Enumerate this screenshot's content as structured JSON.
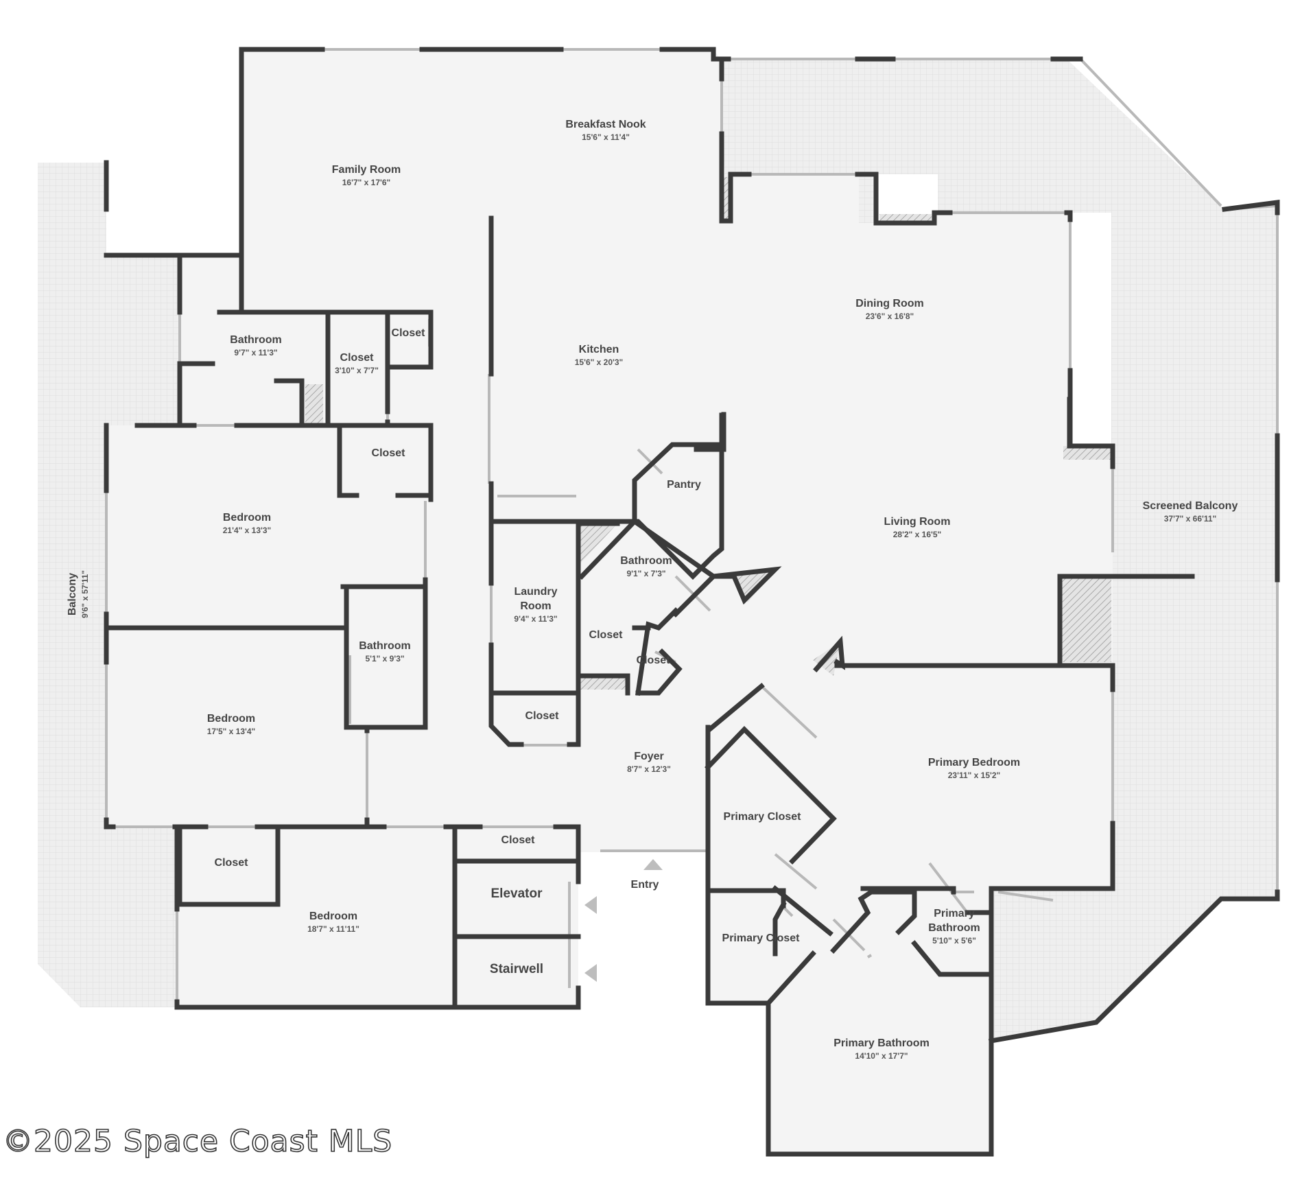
{
  "watermark": "©2025 Space Coast MLS",
  "entry_label": "Entry",
  "rooms": [
    {
      "key": "family-room",
      "name": "Family Room",
      "dims": "16'7\" x 17'6\""
    },
    {
      "key": "breakfast-nook",
      "name": "Breakfast Nook",
      "dims": "15'6\" x 11'4\""
    },
    {
      "key": "bathroom-1",
      "name": "Bathroom",
      "dims": "9'7\" x 11'3\""
    },
    {
      "key": "closet-1",
      "name": "Closet",
      "dims": "3'10\" x 7'7\""
    },
    {
      "key": "closet-2",
      "name": "Closet",
      "dims": ""
    },
    {
      "key": "kitchen",
      "name": "Kitchen",
      "dims": "15'6\" x 20'3\""
    },
    {
      "key": "dining-room",
      "name": "Dining Room",
      "dims": "23'6\" x 16'8\""
    },
    {
      "key": "closet-3",
      "name": "Closet",
      "dims": ""
    },
    {
      "key": "bedroom-1",
      "name": "Bedroom",
      "dims": "21'4\" x 13'3\""
    },
    {
      "key": "pantry",
      "name": "Pantry",
      "dims": ""
    },
    {
      "key": "bathroom-2",
      "name": "Bathroom",
      "dims": "9'1\" x 7'3\""
    },
    {
      "key": "laundry-room",
      "name": "Laundry Room",
      "dims": "9'4\" x 11'3\""
    },
    {
      "key": "living-room",
      "name": "Living Room",
      "dims": "28'2\" x 16'5\""
    },
    {
      "key": "screened-balcony",
      "name": "Screened Balcony",
      "dims": "37'7\" x 66'11\""
    },
    {
      "key": "balcony",
      "name": "Balcony",
      "dims": "9'6\" x 57'11\""
    },
    {
      "key": "bathroom-3",
      "name": "Bathroom",
      "dims": "5'1\" x 9'3\""
    },
    {
      "key": "closet-4",
      "name": "Closet",
      "dims": ""
    },
    {
      "key": "closet-5",
      "name": "Closet",
      "dims": ""
    },
    {
      "key": "bedroom-2",
      "name": "Bedroom",
      "dims": "17'5\" x 13'4\""
    },
    {
      "key": "closet-6",
      "name": "Closet",
      "dims": ""
    },
    {
      "key": "foyer",
      "name": "Foyer",
      "dims": "8'7\" x 12'3\""
    },
    {
      "key": "primary-bedroom",
      "name": "Primary Bedroom",
      "dims": "23'11\" x 15'2\""
    },
    {
      "key": "primary-closet-1",
      "name": "Primary Closet",
      "dims": ""
    },
    {
      "key": "closet-7",
      "name": "Closet",
      "dims": ""
    },
    {
      "key": "closet-8",
      "name": "Closet",
      "dims": ""
    },
    {
      "key": "bedroom-3",
      "name": "Bedroom",
      "dims": "18'7\" x 11'11\""
    },
    {
      "key": "elevator",
      "name": "Elevator",
      "dims": ""
    },
    {
      "key": "stairwell",
      "name": "Stairwell",
      "dims": ""
    },
    {
      "key": "primary-closet-2",
      "name": "Primary Closet",
      "dims": ""
    },
    {
      "key": "primary-bathroom-small",
      "name": "Primary Bathroom",
      "dims": "5'10\" x 5'6\""
    },
    {
      "key": "primary-bathroom",
      "name": "Primary Bathroom",
      "dims": "14'10\" x 17'7\""
    }
  ]
}
